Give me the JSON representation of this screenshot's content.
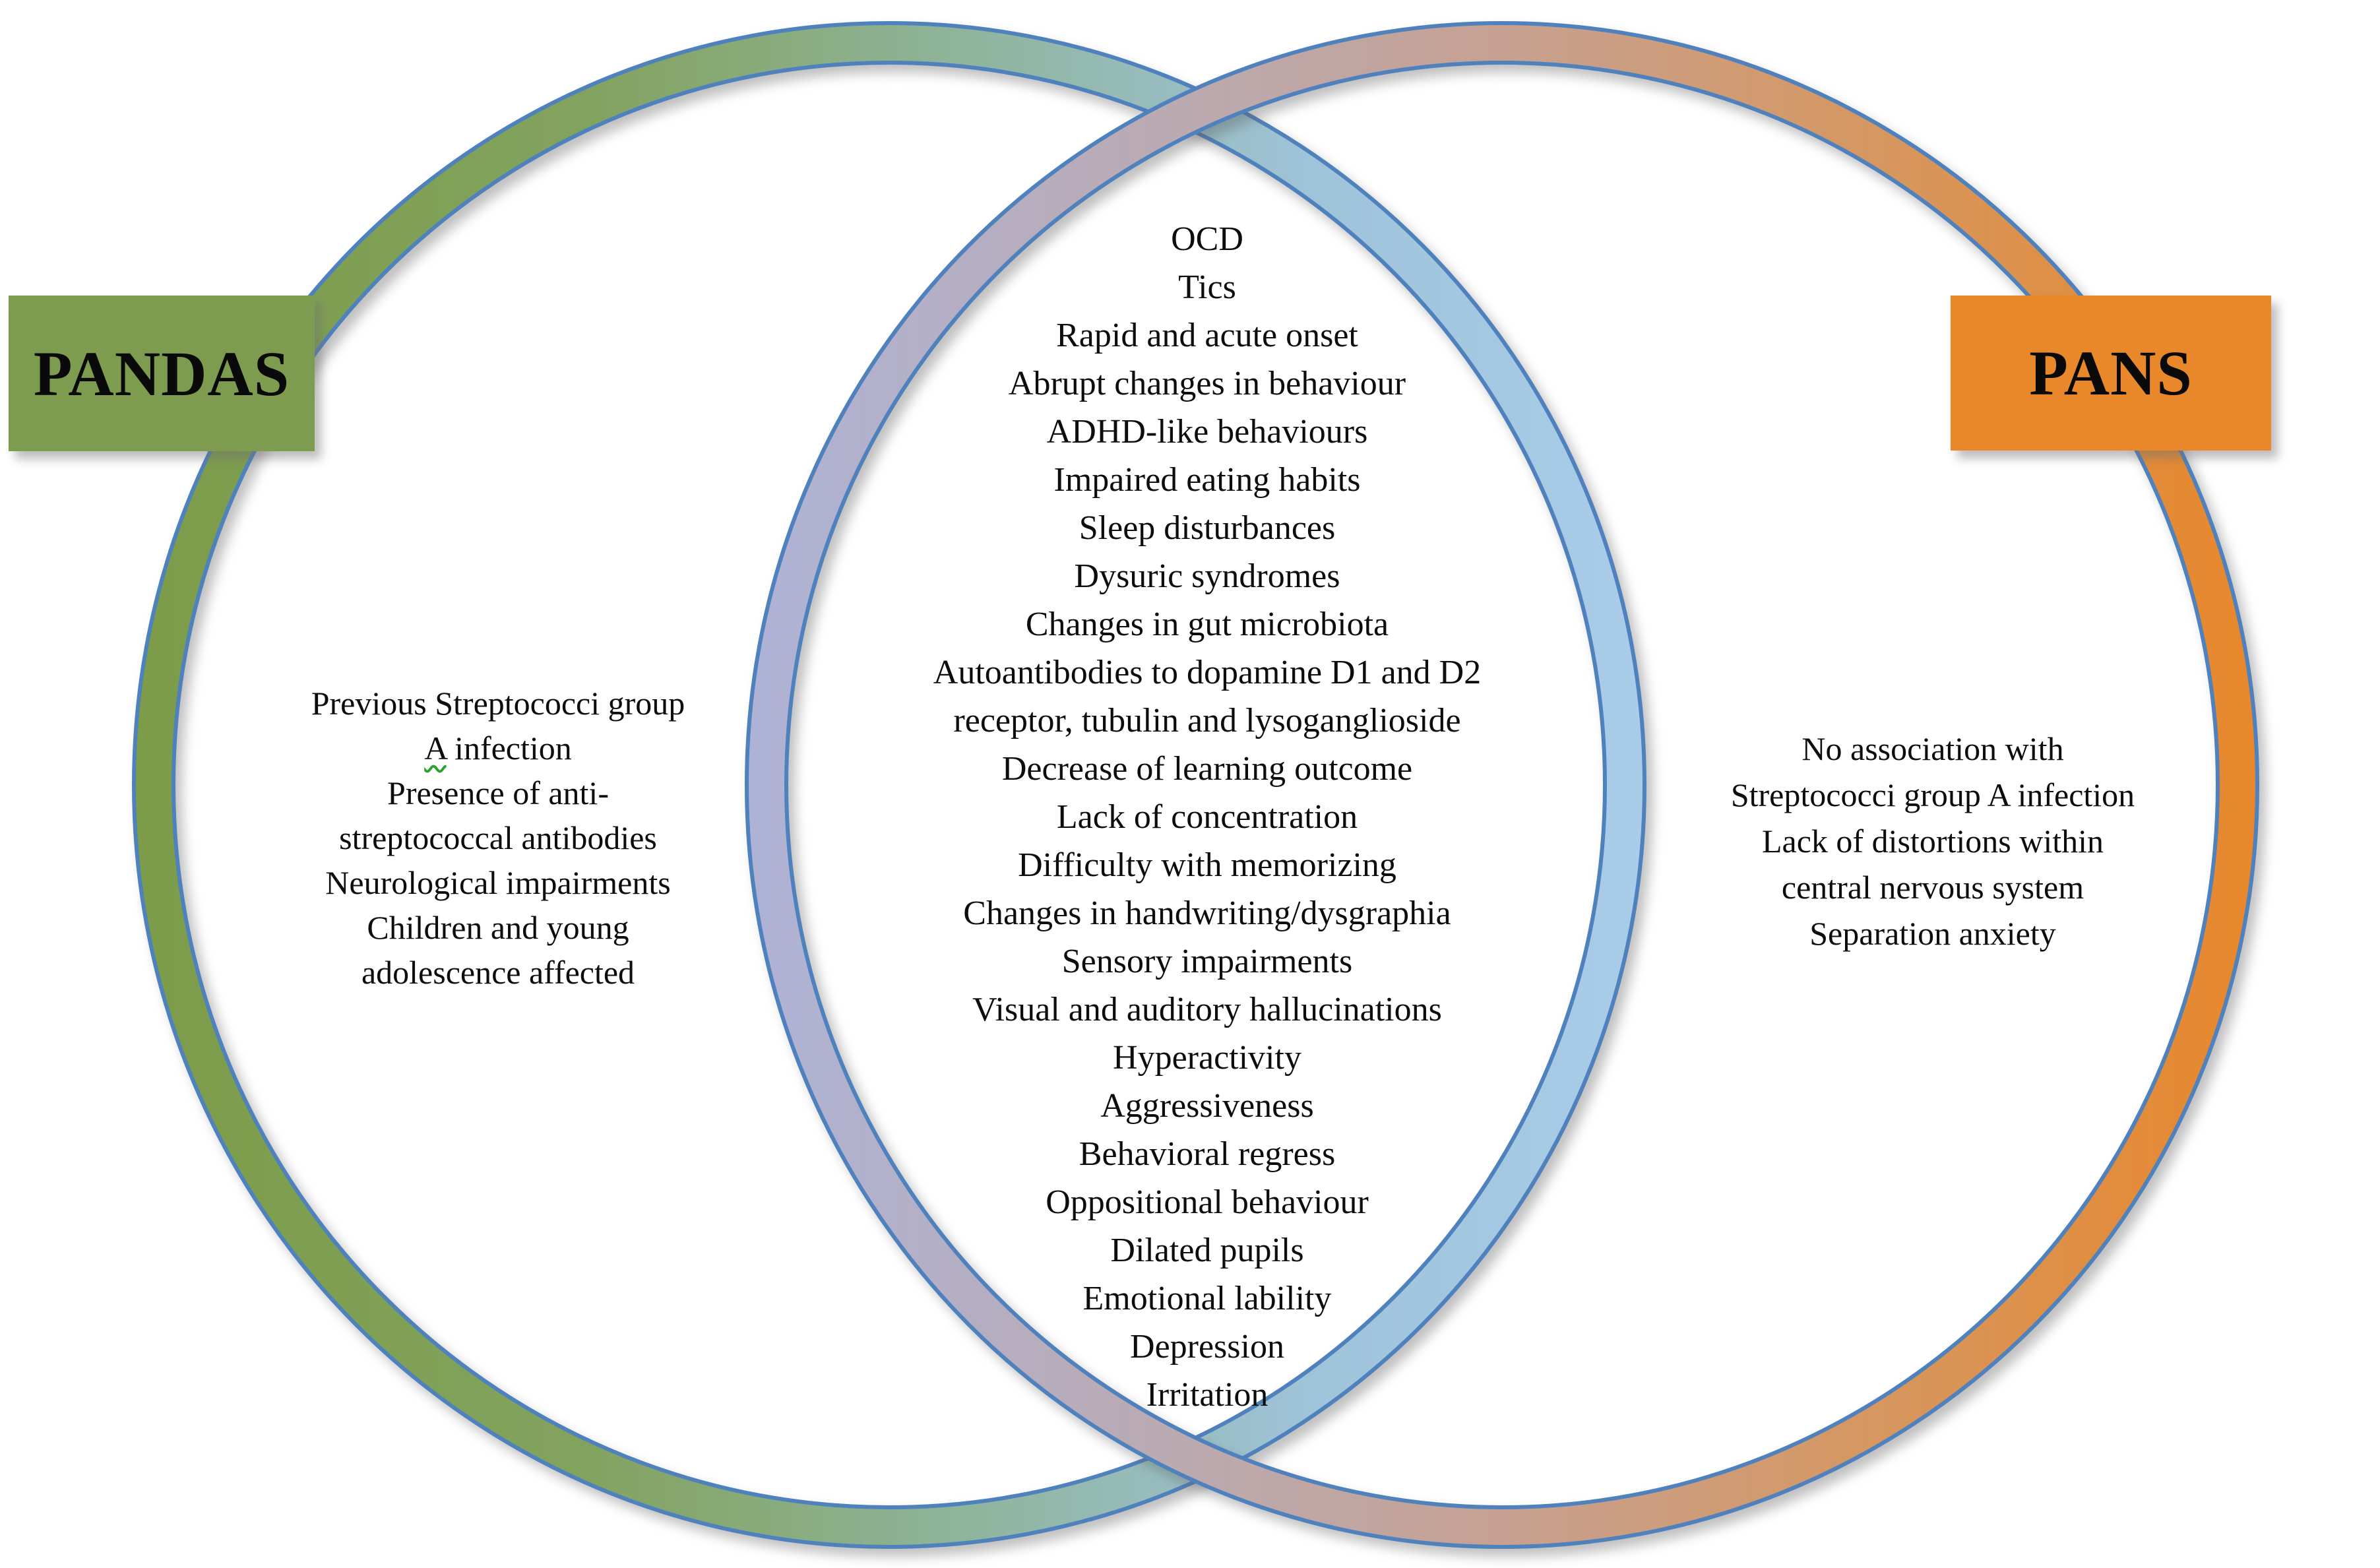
{
  "diagram": {
    "type": "venn",
    "colors": {
      "pandas_box": "#7E9C4F",
      "pans_box": "#E8882A",
      "ring_edge_blue": "#4F81BD",
      "ring_green": "#7C9C49",
      "ring_light_blue": "#A9CCE9",
      "ring_lavender": "#AEB3D6",
      "ring_orange": "#E8872A",
      "text": "#0D0D0D",
      "squiggle_green": "#2FA12F"
    }
  },
  "left_circle": {
    "title": "PANDAS",
    "lines": [
      "Previous Streptococci group",
      "A infection",
      "Presence of anti-",
      "streptococcal antibodies",
      "Neurological impairments",
      "Children and young",
      "adolescence affected"
    ],
    "squiggle_word": "A",
    "squiggle_rest": " infection"
  },
  "shared": {
    "lines": [
      "OCD",
      "Tics",
      "Rapid and acute onset",
      "Abrupt changes in behaviour",
      "ADHD-like behaviours",
      "Impaired eating habits",
      "Sleep disturbances",
      "Dysuric syndromes",
      "Changes in gut microbiota",
      "Autoantibodies to dopamine D1 and D2",
      "receptor, tubulin and lysoganglioside",
      "Decrease of learning outcome",
      "Lack of concentration",
      "Difficulty with memorizing",
      "Changes in handwriting/dysgraphia",
      "Sensory impairments",
      "Visual and auditory hallucinations",
      "Hyperactivity",
      "Aggressiveness",
      "Behavioral regress",
      "Oppositional behaviour",
      "Dilated pupils",
      "Emotional lability",
      "Depression",
      "Irritation"
    ]
  },
  "right_circle": {
    "title": "PANS",
    "lines": [
      "No association with",
      "Streptococci group A infection",
      "Lack of distortions within",
      "central nervous system",
      "Separation anxiety"
    ]
  }
}
